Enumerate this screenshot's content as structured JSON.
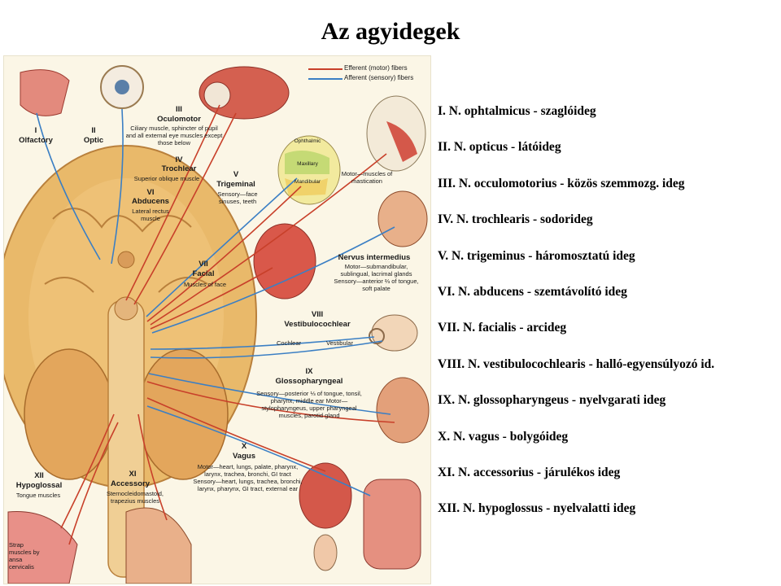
{
  "title": "Az agyidegek",
  "legend": {
    "efferent": "Efferent (motor) fibers",
    "afferent": "Afferent (sensory) fibers"
  },
  "colors": {
    "motor": "#c8402a",
    "sensory": "#3b7fc4",
    "brain": "#e8b86a",
    "background": "#fbf6e6"
  },
  "nerves_list": [
    "I.   N. ophtalmicus - szaglóideg",
    "II.  N. opticus - látóideg",
    "III. N. occulomotorius - közös szemmozg. ideg",
    "IV. N. trochlearis - sodorideg",
    "V.  N. trigeminus - háromosztatú ideg",
    "VI. N. abducens - szemtávolító ideg",
    "VII. N. facialis - arcideg",
    "VIII. N. vestibulocochlearis - halló-egyensúlyozó id.",
    "IX. N. glossopharyngeus - nyelvgarati ideg",
    "X.   N. vagus - bolygóideg",
    "XI.  N. accessorius - járulékos ideg",
    "XII. N. hypoglossus - nyelvalatti ideg"
  ],
  "diagram": {
    "olfactory": {
      "num": "I",
      "name": "Olfactory"
    },
    "optic": {
      "num": "II",
      "name": "Optic"
    },
    "oculomotor": {
      "num": "III",
      "name": "Oculomotor",
      "desc": "Ciliary muscle, sphincter of pupil and all external eye muscles except those below"
    },
    "trochlear": {
      "num": "IV",
      "name": "Trochlear",
      "desc": "Superior oblique muscle"
    },
    "abducens": {
      "num": "VI",
      "name": "Abducens",
      "desc": "Lateral rectus muscle"
    },
    "trigeminal": {
      "num": "V",
      "name": "Trigeminal",
      "desc": "Sensory—face sinuses, teeth",
      "branches": [
        "Ophthalmic",
        "Maxillary",
        "Mandibular"
      ],
      "motor": "Motor—muscles of mastication"
    },
    "facial": {
      "num": "VII",
      "name": "Facial",
      "desc": "Muscles of face",
      "intermedius": "Nervus intermedius",
      "intermedius_desc": "Motor—submandibular, sublingual, lacrimal glands Sensory—anterior ⅔ of tongue, soft palate"
    },
    "vestibulocochlear": {
      "num": "VIII",
      "name": "Vestibulocochlear",
      "cochlear": "Cochlear",
      "vestibular": "Vestibular"
    },
    "glossopharyngeal": {
      "num": "IX",
      "name": "Glossopharyngeal",
      "desc": "Sensory—posterior ⅓ of tongue, tonsil, pharynx, middle ear Motor—stylopharyngeus, upper pharyngeal muscles, parotid gland"
    },
    "vagus": {
      "num": "X",
      "name": "Vagus",
      "desc": "Motor—heart, lungs, palate, pharynx, larynx, trachea, bronchi, GI tract Sensory—heart, lungs, trachea, bronchi, larynx, pharynx, GI tract, external ear"
    },
    "accessory": {
      "num": "XI",
      "name": "Accessory",
      "desc": "Sternocleidomastoid, trapezius muscles"
    },
    "hypoglossal": {
      "num": "XII",
      "name": "Hypoglossal",
      "desc": "Tongue muscles"
    },
    "strap": "Strap muscles by ansa cervicalis"
  }
}
